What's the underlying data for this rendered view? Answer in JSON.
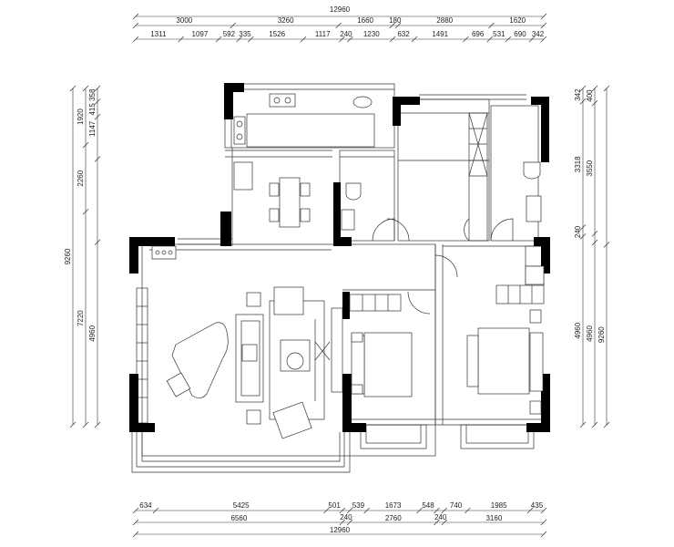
{
  "top_dims": {
    "total": "12960",
    "row2": [
      "3000",
      "3260",
      "1660",
      "180",
      "2880",
      "1620"
    ],
    "row3": [
      "1311",
      "1097",
      "592",
      "335",
      "1526",
      "1117",
      "240",
      "1230",
      "632",
      "1491",
      "696",
      "531",
      "690",
      "342"
    ]
  },
  "bottom_dims": {
    "row1": [
      "634",
      "5425",
      "501",
      "539",
      "1673",
      "548",
      "740",
      "1985",
      "435"
    ],
    "row1_240": [
      "240",
      "240"
    ],
    "row2": [
      "6560",
      "2760",
      "3160"
    ],
    "total": "12960"
  },
  "left_dims": {
    "total": "9260",
    "outer": [
      "1920",
      "2260",
      "7220"
    ],
    "mid": [
      "1147",
      "4960"
    ],
    "inner": [
      "415",
      "358"
    ]
  },
  "right_dims": {
    "total": "9260",
    "outer": [
      "342",
      "3318",
      "240",
      "4960"
    ],
    "inner": [
      "400",
      "3550",
      "4960"
    ]
  }
}
